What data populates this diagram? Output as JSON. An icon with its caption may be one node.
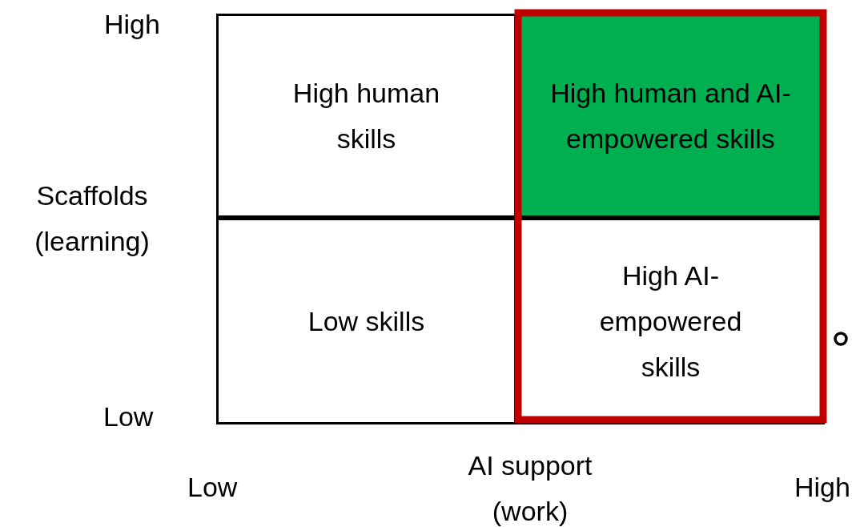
{
  "diagram": {
    "nodes": [
      {
        "text": [
          "High human skills"
        ]
      },
      {
        "text": [
          "High human and AI-empowered skills"
        ]
      },
      {
        "text": [
          "Low skills"
        ]
      },
      {
        "text": [
          "High AI-empowered skills"
        ]
      }
    ],
    "labels": [
      "High",
      "Scaffolds (learning)",
      "Low",
      "Low",
      "AI support (work)",
      "High"
    ]
  }
}
